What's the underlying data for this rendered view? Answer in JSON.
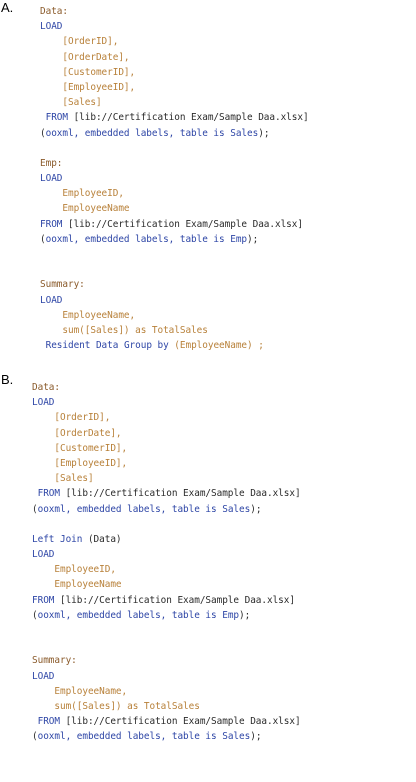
{
  "option_a_label": "A.",
  "option_b_label": "B.",
  "option_a": [
    [
      {
        "t": "Data:",
        "c": "tbl"
      }
    ],
    [
      {
        "t": "LOAD",
        "c": "kw"
      }
    ],
    [
      {
        "t": "    [OrderID],",
        "c": "fld"
      }
    ],
    [
      {
        "t": "    [OrderDate],",
        "c": "fld"
      }
    ],
    [
      {
        "t": "    [CustomerID],",
        "c": "fld"
      }
    ],
    [
      {
        "t": "    [EmployeeID],",
        "c": "fld"
      }
    ],
    [
      {
        "t": "    [Sales]",
        "c": "fld"
      }
    ],
    [
      {
        "t": " FROM ",
        "c": "kw"
      },
      {
        "t": "[lib://Certification Exam/Sample Daa.xlsx]",
        "c": "path"
      }
    ],
    [
      {
        "t": "(",
        "c": "brk"
      },
      {
        "t": "ooxml, embedded labels, table is ",
        "c": "kw"
      },
      {
        "t": "Sales",
        "c": "kw"
      },
      {
        "t": ");",
        "c": "brk"
      }
    ],
    [
      {
        "t": "",
        "c": "brk"
      }
    ],
    [
      {
        "t": "Emp:",
        "c": "tbl"
      }
    ],
    [
      {
        "t": "LOAD",
        "c": "kw"
      }
    ],
    [
      {
        "t": "    EmployeeID,",
        "c": "fld"
      }
    ],
    [
      {
        "t": "    EmployeeName",
        "c": "fld"
      }
    ],
    [
      {
        "t": "FROM ",
        "c": "kw"
      },
      {
        "t": "[lib://Certification Exam/Sample Daa.xlsx]",
        "c": "path"
      }
    ],
    [
      {
        "t": "(",
        "c": "brk"
      },
      {
        "t": "ooxml, embedded labels, table is ",
        "c": "kw"
      },
      {
        "t": "Emp",
        "c": "kw"
      },
      {
        "t": ");",
        "c": "brk"
      }
    ],
    [
      {
        "t": "",
        "c": "brk"
      }
    ],
    [
      {
        "t": "",
        "c": "brk"
      }
    ],
    [
      {
        "t": "Summary:",
        "c": "tbl"
      }
    ],
    [
      {
        "t": "LOAD",
        "c": "kw"
      }
    ],
    [
      {
        "t": "    EmployeeName,",
        "c": "fld"
      }
    ],
    [
      {
        "t": "    sum([Sales]) as TotalSales",
        "c": "fld"
      }
    ],
    [
      {
        "t": " Resident ",
        "c": "kw"
      },
      {
        "t": "Data ",
        "c": "kw"
      },
      {
        "t": "Group by ",
        "c": "kw"
      },
      {
        "t": "(EmployeeName) ;",
        "c": "fld"
      }
    ]
  ],
  "option_b": [
    [
      {
        "t": "Data:",
        "c": "tbl"
      }
    ],
    [
      {
        "t": "LOAD",
        "c": "kw"
      }
    ],
    [
      {
        "t": "    [OrderID],",
        "c": "fld"
      }
    ],
    [
      {
        "t": "    [OrderDate],",
        "c": "fld"
      }
    ],
    [
      {
        "t": "    [CustomerID],",
        "c": "fld"
      }
    ],
    [
      {
        "t": "    [EmployeeID],",
        "c": "fld"
      }
    ],
    [
      {
        "t": "    [Sales]",
        "c": "fld"
      }
    ],
    [
      {
        "t": " FROM ",
        "c": "kw"
      },
      {
        "t": "[lib://Certification Exam/Sample Daa.xlsx]",
        "c": "path"
      }
    ],
    [
      {
        "t": "(",
        "c": "brk"
      },
      {
        "t": "ooxml, embedded labels, table is ",
        "c": "kw"
      },
      {
        "t": "Sales",
        "c": "kw"
      },
      {
        "t": ");",
        "c": "brk"
      }
    ],
    [
      {
        "t": "",
        "c": "brk"
      }
    ],
    [
      {
        "t": "Left Join ",
        "c": "kw"
      },
      {
        "t": "(Data)",
        "c": "brk"
      }
    ],
    [
      {
        "t": "LOAD",
        "c": "kw"
      }
    ],
    [
      {
        "t": "    EmployeeID,",
        "c": "fld"
      }
    ],
    [
      {
        "t": "    EmployeeName",
        "c": "fld"
      }
    ],
    [
      {
        "t": "FROM ",
        "c": "kw"
      },
      {
        "t": "[lib://Certification Exam/Sample Daa.xlsx]",
        "c": "path"
      }
    ],
    [
      {
        "t": "(",
        "c": "brk"
      },
      {
        "t": "ooxml, embedded labels, table is ",
        "c": "kw"
      },
      {
        "t": "Emp",
        "c": "kw"
      },
      {
        "t": ");",
        "c": "brk"
      }
    ],
    [
      {
        "t": "",
        "c": "brk"
      }
    ],
    [
      {
        "t": "",
        "c": "brk"
      }
    ],
    [
      {
        "t": "Summary:",
        "c": "tbl"
      }
    ],
    [
      {
        "t": "LOAD",
        "c": "kw"
      }
    ],
    [
      {
        "t": "    EmployeeName,",
        "c": "fld"
      }
    ],
    [
      {
        "t": "    sum([Sales]) as TotalSales",
        "c": "fld"
      }
    ],
    [
      {
        "t": " FROM ",
        "c": "kw"
      },
      {
        "t": "[lib://Certification Exam/Sample Daa.xlsx]",
        "c": "path"
      }
    ],
    [
      {
        "t": "(",
        "c": "brk"
      },
      {
        "t": "ooxml, embedded labels, table is ",
        "c": "kw"
      },
      {
        "t": "Sales",
        "c": "kw"
      },
      {
        "t": ");",
        "c": "brk"
      }
    ]
  ]
}
